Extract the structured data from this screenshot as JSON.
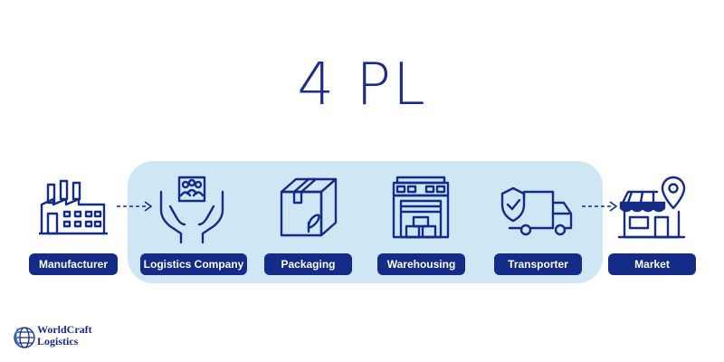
{
  "title": "4 PL",
  "stages": [
    {
      "label": "Manufacturer",
      "icon": "factory-icon"
    },
    {
      "label": "Logistics Company",
      "icon": "hands-people-icon"
    },
    {
      "label": "Packaging",
      "icon": "box-icon"
    },
    {
      "label": "Warehousing",
      "icon": "warehouse-icon"
    },
    {
      "label": "Transporter",
      "icon": "truck-icon"
    },
    {
      "label": "Market",
      "icon": "market-store-icon"
    }
  ],
  "logo": {
    "line1": "WorldCraft",
    "line2": "Logistics",
    "icon": "globe-icon"
  },
  "colors": {
    "navy": "#142b87",
    "band": "#cfe6f5",
    "title": "#1b2a8c"
  }
}
